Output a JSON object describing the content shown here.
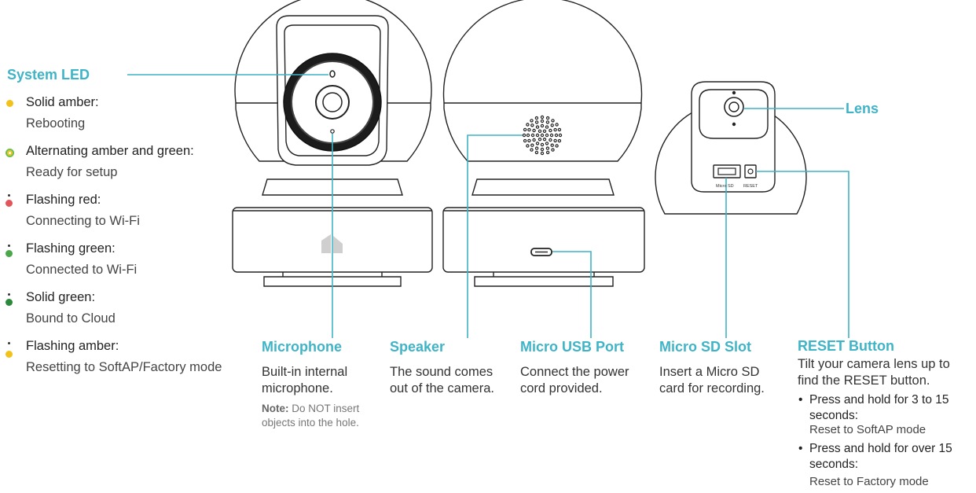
{
  "system_led": {
    "title": "System LED",
    "items": [
      {
        "state": "Solid amber:",
        "meaning": "Rebooting",
        "icon": "solid-amber-dot",
        "color": "#f2c21b"
      },
      {
        "state": "Alternating amber and green:",
        "meaning": "Ready for setup",
        "icon": "amber-green-ring",
        "color": "#6cc04a"
      },
      {
        "state": "Flashing red:",
        "meaning": "Connecting to Wi-Fi",
        "icon": "flashing-red-dot",
        "color": "#e2555a"
      },
      {
        "state": "Flashing green:",
        "meaning": "Connected to Wi-Fi",
        "icon": "flashing-green-dot",
        "color": "#4aa84a"
      },
      {
        "state": "Solid green:",
        "meaning": "Bound to Cloud",
        "icon": "solid-green-dot",
        "color": "#2a8a3a"
      },
      {
        "state": "Flashing amber:",
        "meaning": "Resetting to SoftAP/Factory mode",
        "icon": "flashing-amber-dot",
        "color": "#f2c21b"
      }
    ]
  },
  "microphone": {
    "title": "Microphone",
    "desc_line1": "Built-in internal",
    "desc_line2": "microphone.",
    "note_label": "Note:",
    "note_line1": " Do NOT insert",
    "note_line2": "objects into the hole."
  },
  "speaker": {
    "title": "Speaker",
    "desc_line1": "The sound comes",
    "desc_line2": "out of the camera."
  },
  "usb": {
    "title": "Micro USB Port",
    "desc_line1": "Connect the power",
    "desc_line2": "cord provided."
  },
  "sd": {
    "title": "Micro SD Slot",
    "desc_line1": "Insert a Micro SD",
    "desc_line2": "card for recording.",
    "slot_label": "Micro SD"
  },
  "reset": {
    "title": "RESET Button",
    "desc_line1": "Tilt your camera lens up to",
    "desc_line2": "find the RESET button.",
    "bullet1_line1": "Press and hold for 3 to 15",
    "bullet1_line2": "seconds:",
    "bullet1_result": "Reset to SoftAP mode",
    "bullet2_line1": "Press and hold for over 15",
    "bullet2_line2": "seconds:",
    "bullet2_result": "Reset to Factory mode",
    "button_label": "RESET"
  },
  "lens": {
    "title": "Lens"
  },
  "colors": {
    "accent": "#3fb4c6",
    "outline": "#222222"
  }
}
